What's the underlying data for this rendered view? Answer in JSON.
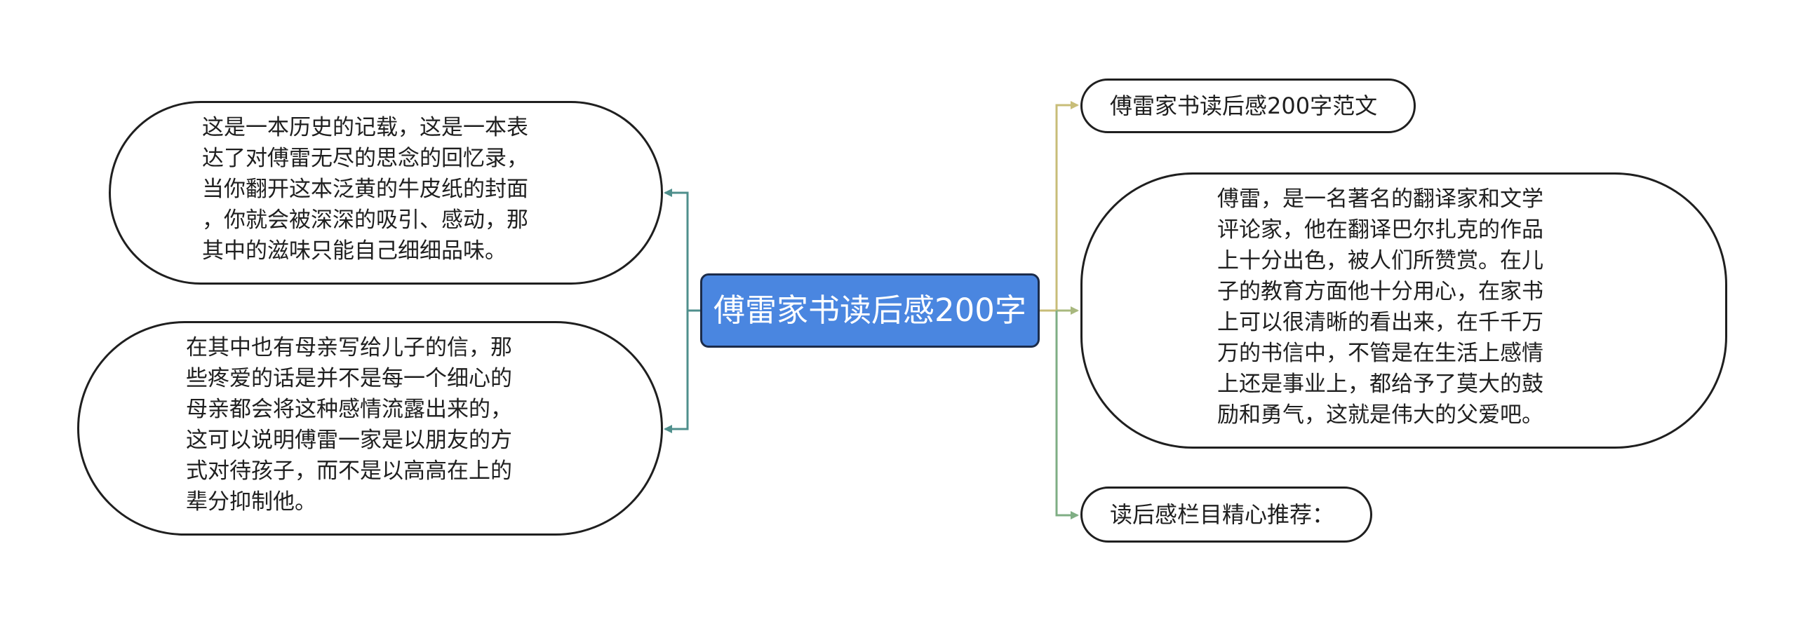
{
  "center": {
    "label": "傅雷家书读后感200字"
  },
  "left_nodes": [
    {
      "text": "这是一本历史的记载，这是一本表\n达了对傅雷无尽的思念的回忆录，\n当你翻开这本泛黄的牛皮纸的封面\n，你就会被深深的吸引、感动，那\n其中的滋味只能自己细细品味。"
    },
    {
      "text": "在其中也有母亲写给儿子的信，那\n些疼爱的话是并不是每一个细心的\n母亲都会将这种感情流露出来的，\n这可以说明傅雷一家是以朋友的方\n式对待孩子，而不是以高高在上的\n辈分抑制他。"
    }
  ],
  "right_nodes": [
    {
      "text": "傅雷家书读后感200字范文"
    },
    {
      "text": "傅雷，是一名著名的翻译家和文学\n评论家，他在翻译巴尔扎克的作品\n上十分出色，被人们所赞赏。在儿\n子的教育方面他十分用心，在家书\n上可以很清晰的看出来，在千千万\n万的书信中，不管是在生活上感情\n上还是事业上，都给予了莫大的鼓\n励和勇气，这就是伟大的父爱吧。"
    },
    {
      "text": "读后感栏目精心推荐："
    }
  ],
  "colors": {
    "center_fill": "#4a86e0",
    "left_link": "#4f8f8c",
    "right_link_top": "#c8bd78",
    "right_link_mid": "#a8b87e",
    "right_link_bottom": "#7fae84",
    "node_border": "#1f1f1f"
  }
}
